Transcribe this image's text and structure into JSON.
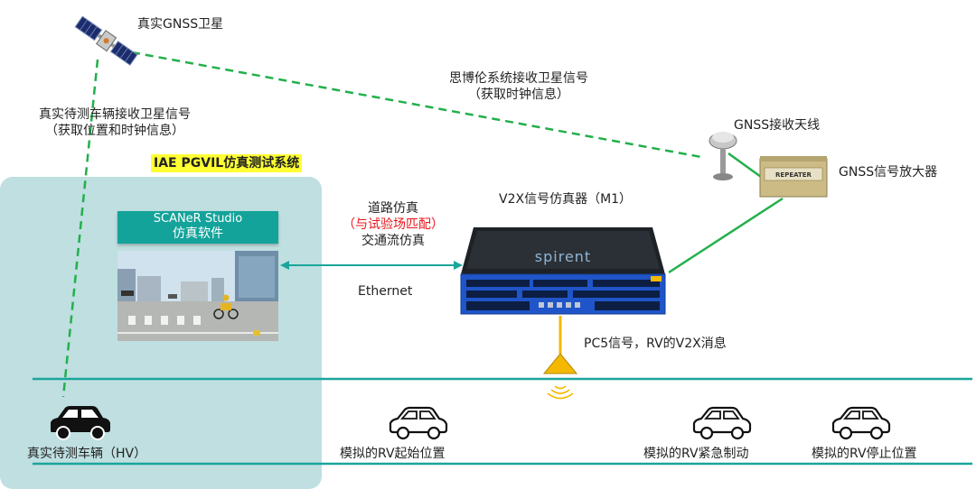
{
  "satellite": {
    "label": "真实GNSS卫星"
  },
  "hv_signal": {
    "line1": "真实待测车辆接收卫星信号",
    "line2": "（获取位置和时钟信息）"
  },
  "spirent_signal": {
    "line1": "思博伦系统接收卫星信号",
    "line2": "（获取时钟信息）"
  },
  "antenna": {
    "label": "GNSS接收天线"
  },
  "amplifier": {
    "label": "GNSS信号放大器",
    "plate": "REPEATER"
  },
  "system": {
    "title": "IAE PGVIL仿真测试系统"
  },
  "scaner": {
    "line1": "SCANeR Studio",
    "line2": "仿真软件"
  },
  "link": {
    "line1": "道路仿真",
    "line2": "（与试验场匹配）",
    "line3": "交通流仿真",
    "ethernet": "Ethernet"
  },
  "v2x": {
    "label": "V2X信号仿真器（M1）",
    "brand": "spirent"
  },
  "pc5": {
    "label": "PC5信号，RV的V2X消息"
  },
  "vehicles": {
    "hv": "真实待测车辆（HV）",
    "rv_start": "模拟的RV起始位置",
    "rv_brake": "模拟的RV紧急制动",
    "rv_stop": "模拟的RV停止位置"
  },
  "colors": {
    "teal_line": "#1aa59b",
    "green_dash": "#22b04b",
    "panel": "#bfdfe0",
    "highlight": "#ffff33",
    "red_text": "#e8161b",
    "triangle": "#f5b800",
    "device_blue": "#1f55c8"
  },
  "icons": [
    "satellite-icon",
    "antenna-icon",
    "amplifier-icon",
    "spirent-device-icon",
    "car-icon",
    "signal-icon"
  ]
}
